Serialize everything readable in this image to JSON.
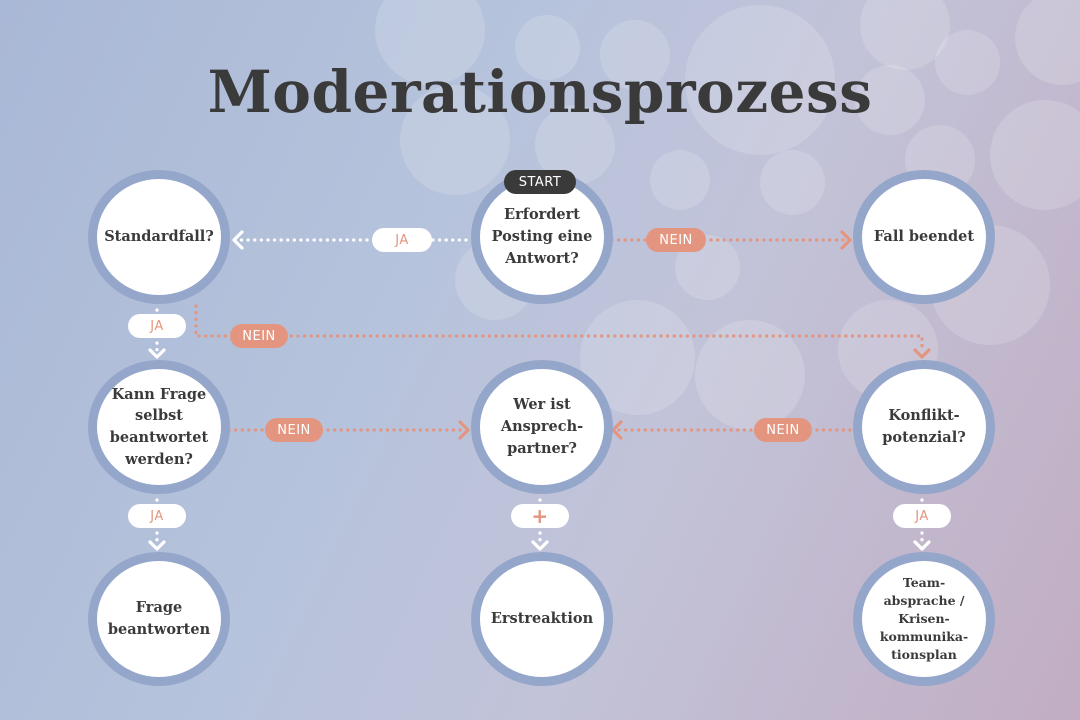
{
  "title": "Moderationsprozess",
  "start_label": "START",
  "colors": {
    "ja": "#ffffff",
    "nein": "#e3957f",
    "node_ring": "#95a6cb",
    "text": "#3a3a3a"
  },
  "nodes": {
    "posting": "Erfordert Posting eine Antwort?",
    "standardfall": "Standardfall?",
    "fall_beendet": "Fall beendet",
    "kann_frage": "Kann Frage selbst beantwortet werden?",
    "wer_ist": "Wer ist Ansprech-partner?",
    "konfliktpotenzial": "Konflikt-potenzial?",
    "frage_beantworten": "Frage beantworten",
    "erstreaktion": "Erstreaktion",
    "teamabsprache": "Team-absprache / Krisen-kommunika-tionsplan"
  },
  "edges": {
    "posting_ja": "JA",
    "posting_nein": "NEIN",
    "standard_ja": "JA",
    "standard_nein": "NEIN",
    "kann_nein": "NEIN",
    "konflikt_nein": "NEIN",
    "kann_ja": "JA",
    "wer_plus": "+",
    "konflikt_ja": "JA"
  }
}
